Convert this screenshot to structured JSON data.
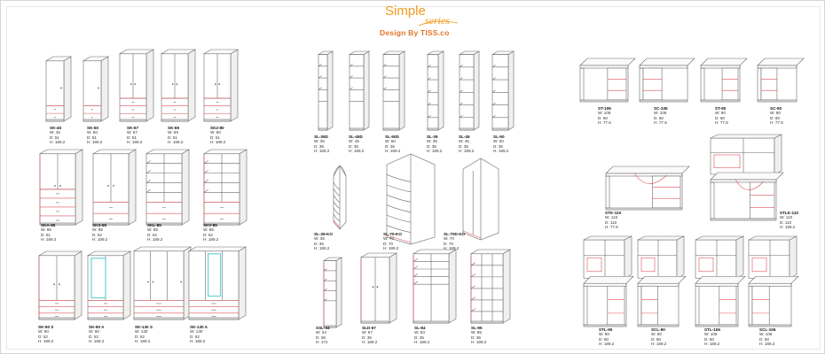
{
  "brand": {
    "title": "Simple",
    "subtitle": "series",
    "tagline": "Design By TISS.co",
    "accent": "#f29a1f"
  },
  "colors": {
    "line": "#6a6a6a",
    "red": "#e0505a",
    "glass": "#6ad0d8",
    "bg": "#ffffff"
  },
  "panels": [
    {
      "name": "wardrobes",
      "items": [
        {
          "code": "SK-45",
          "w": "W: 45",
          "d": "D: 51",
          "h": "H: 189.2",
          "kind": "w1"
        },
        {
          "code": "SK-50",
          "w": "W: 50",
          "d": "D: 51",
          "h": "H: 189.2",
          "kind": "w1"
        },
        {
          "code": "SK-67",
          "w": "W: 67",
          "d": "D: 51",
          "h": "H: 189.2",
          "kind": "w2"
        },
        {
          "code": "SK-69",
          "w": "W: 69",
          "d": "D: 51",
          "h": "H: 189.2",
          "kind": "w2"
        },
        {
          "code": "SK2-80",
          "w": "W: 80",
          "d": "D: 51",
          "h": "H: 189.2",
          "kind": "w2"
        },
        {
          "code": "SKA-85",
          "w": "W: 85",
          "d": "D: 51",
          "h": "H: 189.2",
          "kind": "w3"
        },
        {
          "code": "SKS-85",
          "w": "W: 85",
          "d": "D: 52",
          "h": "H: 189.2",
          "kind": "w4"
        },
        {
          "code": "SKL-85",
          "w": "W: 85",
          "d": "D: 52",
          "h": "H: 189.2",
          "kind": "w5"
        },
        {
          "code": "SKV-85",
          "w": "W: 85",
          "d": "D: 52",
          "h": "H: 189.2",
          "kind": "w6"
        },
        {
          "code": "SK-90 S",
          "w": "W: 90",
          "d": "D: 52",
          "h": "H: 189.2",
          "kind": "w7"
        },
        {
          "code": "SK-90 A",
          "w": "W: 90",
          "d": "D: 52",
          "h": "H: 189.2",
          "kind": "w8"
        },
        {
          "code": "SK-130 S",
          "w": "W: 130",
          "d": "D: 52",
          "h": "H: 189.2",
          "kind": "w9"
        },
        {
          "code": "SK-130 A",
          "w": "W: 130",
          "d": "D: 52",
          "h": "H: 189.2",
          "kind": "w10"
        }
      ]
    },
    {
      "name": "shelves",
      "items": [
        {
          "code": "SL-35D",
          "w": "W: 35",
          "d": "D: 36",
          "h": "H: 189.2",
          "kind": "s1"
        },
        {
          "code": "SL-45D",
          "w": "W: 45",
          "d": "D: 36",
          "h": "H: 189.2",
          "kind": "s1"
        },
        {
          "code": "SL-50D",
          "w": "W: 50",
          "d": "D: 36",
          "h": "H: 189.2",
          "kind": "s1"
        },
        {
          "code": "SL-35",
          "w": "W: 35",
          "d": "D: 36",
          "h": "H: 189.2",
          "kind": "s2"
        },
        {
          "code": "SL-45",
          "w": "W: 45",
          "d": "D: 36",
          "h": "H: 189.2",
          "kind": "s2"
        },
        {
          "code": "SL-50",
          "w": "W: 50",
          "d": "D: 36",
          "h": "H: 189.2",
          "kind": "s2"
        },
        {
          "code": "SL-35-KO",
          "w": "W: 35",
          "d": "D: 35",
          "h": "H: 189.2",
          "kind": "s3"
        },
        {
          "code": "SL-70-KO",
          "w": "W: 70",
          "d": "D: 70",
          "h": "H: 189.2",
          "kind": "s4"
        },
        {
          "code": "SL-70D-KO",
          "w": "W: 70",
          "d": "D: 70",
          "h": "H: 189.2",
          "kind": "s5"
        },
        {
          "code": "SSL-34",
          "w": "W: 34",
          "d": "D: 36",
          "h": "H: 172",
          "kind": "s6"
        },
        {
          "code": "SLD-67",
          "w": "W: 67",
          "d": "D: 36",
          "h": "H: 189.2",
          "kind": "s7"
        },
        {
          "code": "SL-84",
          "w": "W: 83",
          "d": "D: 36",
          "h": "H: 189.2",
          "kind": "s8"
        },
        {
          "code": "SL-95",
          "w": "W: 95",
          "d": "D: 36",
          "h": "H: 189.2",
          "kind": "s9"
        }
      ]
    },
    {
      "name": "desks",
      "items": [
        {
          "code": "ST-106",
          "w": "W: 106",
          "d": "D: 60",
          "h": "H: 77.6",
          "kind": "d1"
        },
        {
          "code": "SC-106",
          "w": "W: 106",
          "d": "D: 60",
          "h": "H: 77.6",
          "kind": "d2"
        },
        {
          "code": "ST-90",
          "w": "W: 90",
          "d": "D: 60",
          "h": "H: 77.6",
          "kind": "d1"
        },
        {
          "code": "SC-90",
          "w": "W: 90",
          "d": "D: 60",
          "h": "H: 77.6",
          "kind": "d2"
        },
        {
          "code": "STK-110",
          "w": "W: 110",
          "d": "D: 110",
          "h": "H: 77.6",
          "kind": "d3"
        },
        {
          "code": "STLK-110",
          "w": "W: 110",
          "d": "D: 110",
          "h": "H: 189.2",
          "kind": "d4"
        },
        {
          "code": "STL-90",
          "w": "W: 90",
          "d": "D: 60",
          "h": "H: 189.2",
          "kind": "d5"
        },
        {
          "code": "SCL-90",
          "w": "W: 90",
          "d": "D: 60",
          "h": "H: 189.2",
          "kind": "d6"
        },
        {
          "code": "STL-106",
          "w": "W: 106",
          "d": "D: 60",
          "h": "H: 189.2",
          "kind": "d5"
        },
        {
          "code": "SCL-106",
          "w": "W: 106",
          "d": "D: 60",
          "h": "H: 189.2",
          "kind": "d6"
        }
      ]
    }
  ]
}
